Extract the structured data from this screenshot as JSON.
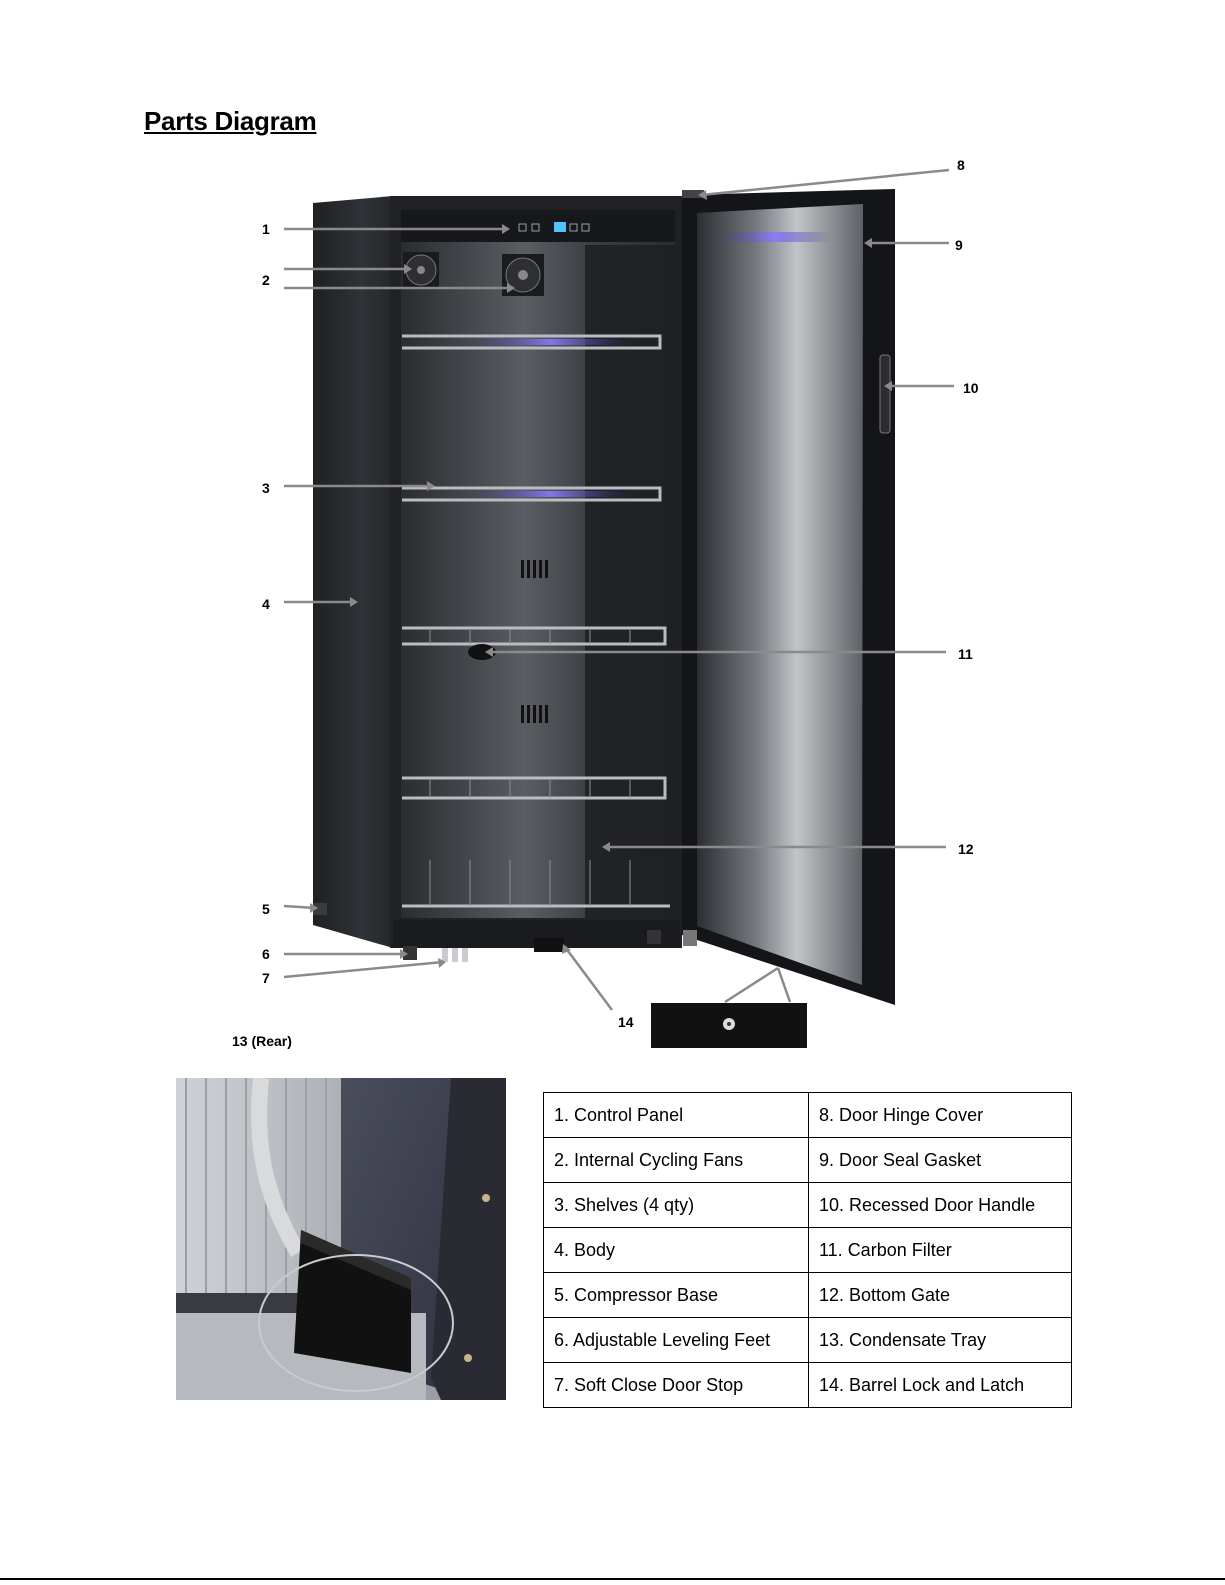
{
  "title": "Parts Diagram",
  "callouts": [
    "1",
    "2",
    "3",
    "4",
    "5",
    "6",
    "7",
    "8",
    "9",
    "10",
    "11",
    "12",
    "14"
  ],
  "rear_label": "13 (Rear)",
  "parts_table": {
    "rows": [
      [
        "1. Control Panel",
        "8. Door Hinge Cover"
      ],
      [
        "2. Internal Cycling Fans",
        "9. Door Seal Gasket"
      ],
      [
        "3. Shelves (4 qty)",
        "10. Recessed Door Handle"
      ],
      [
        "4. Body",
        "11. Carbon Filter"
      ],
      [
        "5. Compressor Base",
        "12. Bottom Gate"
      ],
      [
        "6. Adjustable Leveling Feet",
        "13. Condensate Tray"
      ],
      [
        "7. Soft Close Door Stop",
        "14. Barrel Lock and Latch"
      ]
    ]
  },
  "colors": {
    "cabinet": "#2b2d31",
    "interior": "#3a3d42",
    "leader": "#8a8a8a",
    "accent_led": "#7a6cff"
  }
}
